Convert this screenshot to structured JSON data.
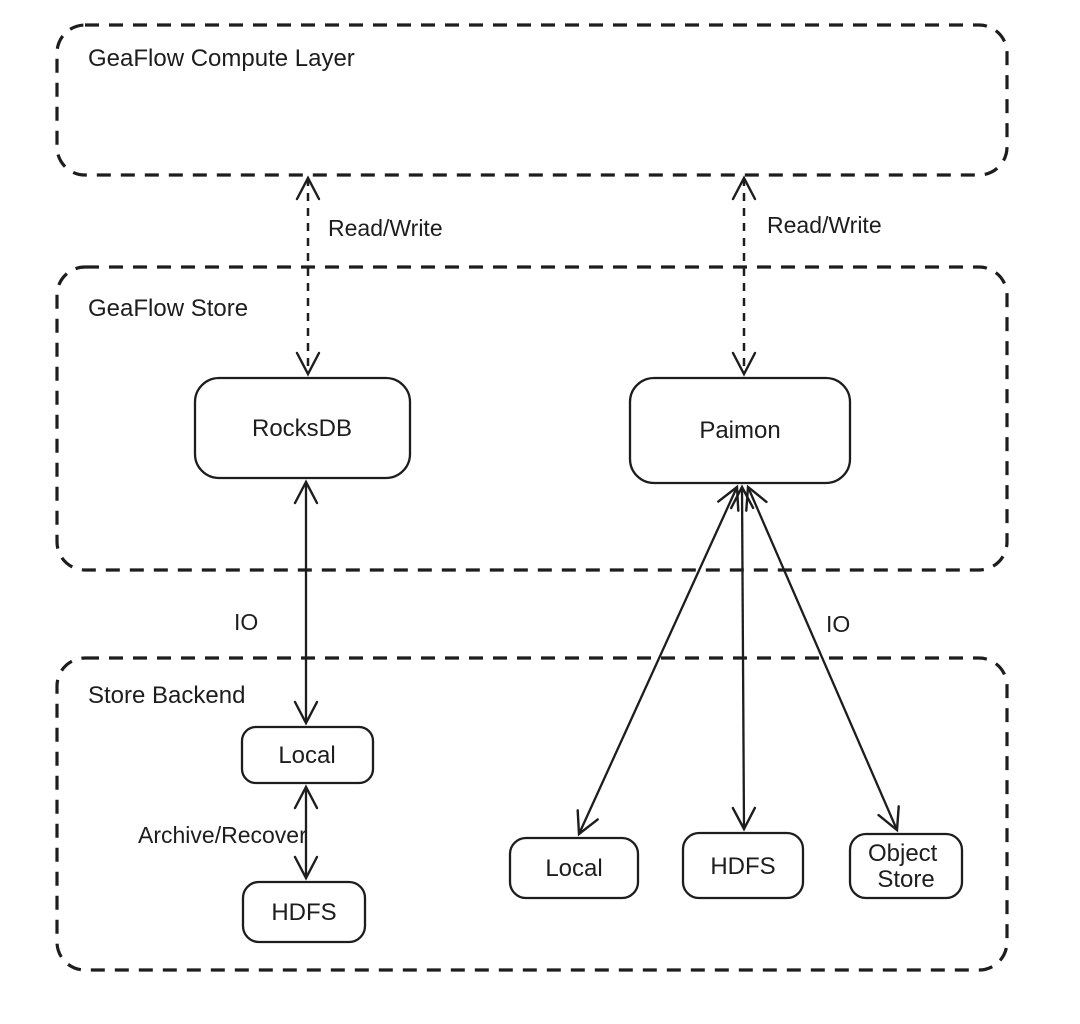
{
  "diagram": {
    "containers": [
      {
        "id": "compute-layer",
        "label": "GeaFlow Compute Layer"
      },
      {
        "id": "geaflow-store",
        "label": "GeaFlow Store"
      },
      {
        "id": "store-backend",
        "label": "Store Backend"
      }
    ],
    "nodes": {
      "rocksdb": {
        "label": "RocksDB",
        "container": "GeaFlow Store"
      },
      "paimon": {
        "label": "Paimon",
        "container": "GeaFlow Store"
      },
      "local_left": {
        "label": "Local",
        "container": "Store Backend"
      },
      "hdfs_left": {
        "label": "HDFS",
        "container": "Store Backend"
      },
      "local_right": {
        "label": "Local",
        "container": "Store Backend"
      },
      "hdfs_right": {
        "label": "HDFS",
        "container": "Store Backend"
      },
      "object_store": {
        "label": "Object Store",
        "line1": "Object",
        "line2": "Store",
        "container": "Store Backend"
      }
    },
    "edges": [
      {
        "from": "GeaFlow Compute Layer",
        "to": "RocksDB",
        "label": "Read/Write",
        "style": "dashed",
        "direction": "bidirectional"
      },
      {
        "from": "GeaFlow Compute Layer",
        "to": "Paimon",
        "label": "Read/Write",
        "style": "dashed",
        "direction": "bidirectional"
      },
      {
        "from": "RocksDB",
        "to": "Local",
        "label": "IO",
        "style": "solid",
        "direction": "bidirectional"
      },
      {
        "from": "Local",
        "to": "HDFS",
        "label": "Archive/Recover",
        "style": "solid",
        "direction": "bidirectional"
      },
      {
        "from": "Paimon",
        "to": "Local",
        "label": "",
        "style": "solid",
        "direction": "bidirectional"
      },
      {
        "from": "Paimon",
        "to": "HDFS",
        "label": "",
        "style": "solid",
        "direction": "bidirectional"
      },
      {
        "from": "Paimon",
        "to": "Object Store",
        "label": "IO",
        "style": "solid",
        "direction": "bidirectional"
      }
    ],
    "colors": {
      "stroke": "#1d1d1d",
      "background": "#ffffff"
    }
  }
}
